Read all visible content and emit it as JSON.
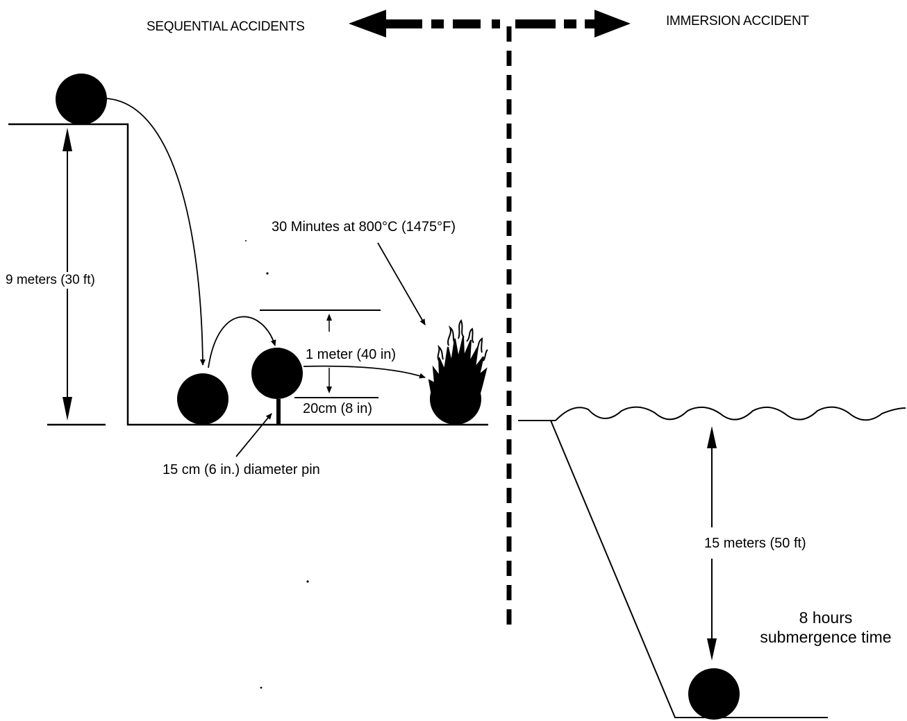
{
  "headers": {
    "left": "SEQUENTIAL ACCIDENTS",
    "right": "IMMERSION ACCIDENT"
  },
  "labels": {
    "drop_height": "9 meters (30 ft)",
    "fire_test": "30 Minutes at 800°C (1475°F)",
    "puncture_drop": "1 meter (40 in)",
    "pin_height": "20cm (8 in)",
    "pin_diameter": "15 cm (6 in.) diameter pin",
    "immersion_depth": "15 meters (50 ft)",
    "submergence_line1": "8 hours",
    "submergence_line2": "submergence time"
  },
  "colors": {
    "ink": "#000000",
    "background": "#ffffff"
  }
}
